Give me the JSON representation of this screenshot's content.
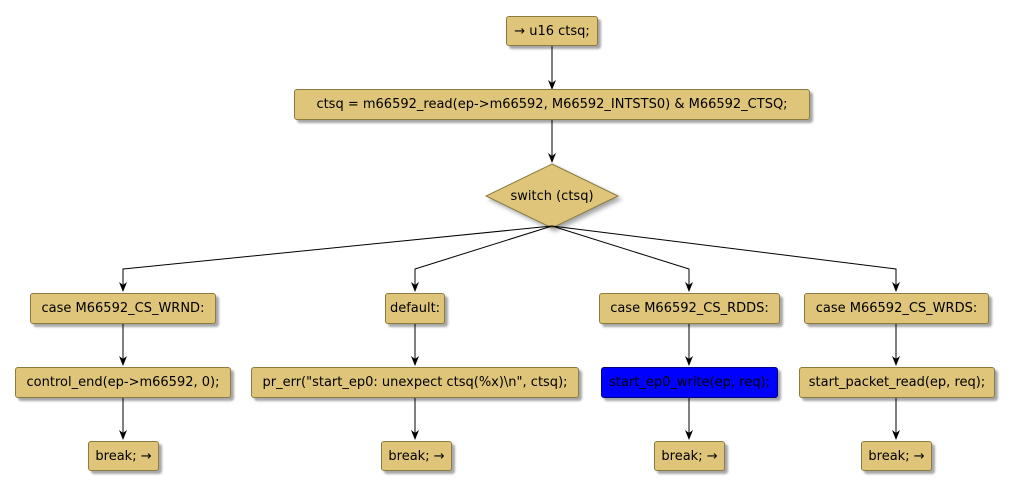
{
  "diagram": {
    "start": "→ u16 ctsq;",
    "assign": "ctsq = m66592_read(ep->m66592, M66592_INTSTS0) & M66592_CTSQ;",
    "switch": "switch (ctsq)",
    "branches": [
      {
        "case": "case M66592_CS_WRND:",
        "stmt": "control_end(ep->m66592, 0);",
        "end": "break; →"
      },
      {
        "case": "default:",
        "stmt": "pr_err(\"start_ep0: unexpect ctsq(%x)\\n\", ctsq);",
        "end": "break; →"
      },
      {
        "case": "case M66592_CS_RDDS:",
        "stmt": "start_ep0_write(ep, req);",
        "end": "break; →"
      },
      {
        "case": "case M66592_CS_WRDS:",
        "stmt": "start_packet_read(ep, req);",
        "end": "break; →"
      }
    ],
    "colors": {
      "node_fill": "#dec57a",
      "node_border": "#8c7a3f",
      "highlight_fill": "#0000ff",
      "edge": "#000000"
    }
  }
}
